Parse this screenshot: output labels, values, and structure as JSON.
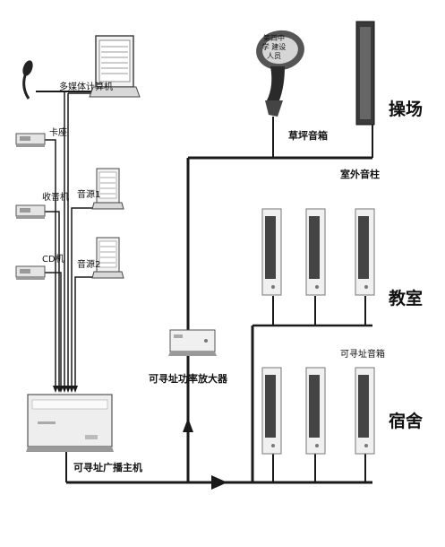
{
  "labels": {
    "multimedia_pc": "多媒体计算机",
    "card_deck": "卡座",
    "radio": "收音机",
    "cd": "CD机",
    "source1": "音源1",
    "source2": "音源2",
    "host": "可寻址广播主机",
    "amplifier": "可寻址功率放大器",
    "lawn_speaker": "草坪音箱",
    "outdoor_column": "室外音柱",
    "playground": "操场",
    "classroom": "教室",
    "addressable_speaker": "可寻址音箱",
    "dorm": "宿舍",
    "rock_text": "第四中学 建设人员"
  },
  "colors": {
    "line": "#1a1a1a",
    "device_light": "#e4e4e4",
    "device_dark": "#9a9a9a",
    "speaker_body": "#444444"
  }
}
